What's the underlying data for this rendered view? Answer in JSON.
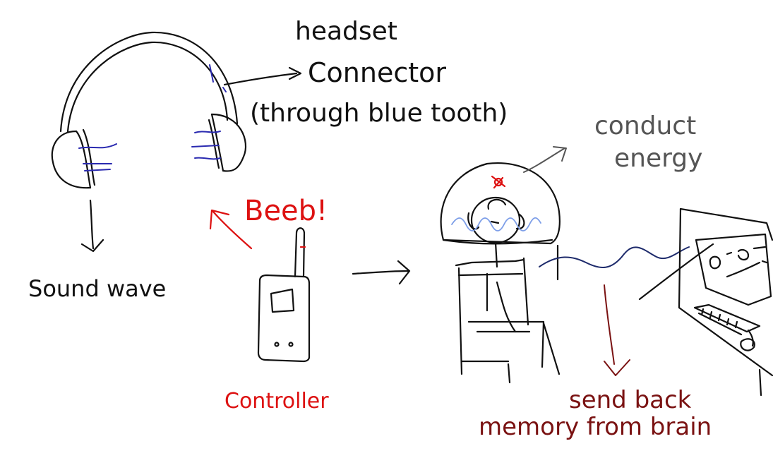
{
  "colors": {
    "ink": "#111111",
    "accent_gray": "#555555",
    "accent_red": "#dd1111",
    "accent_maroon": "#7a1212",
    "wave_blue": "#2a2ab0",
    "brain_wave_light_blue": "#7d9ee8",
    "signal_navy": "#1d2a6b"
  },
  "labels": {
    "headset": "headset",
    "connector": "Connector",
    "bluetooth": "(through blue tooth)",
    "sound_wave": "Sound wave",
    "beeb": "Beeb!",
    "controller": "Controller",
    "conduct": "conduct",
    "energy": "energy",
    "send_back": "send back",
    "memory_from_brain": "memory from brain"
  },
  "icons": {
    "headphones": "headphones-icon",
    "remote": "remote-controller-icon",
    "person": "person-seated-icon",
    "computer": "computer-icon"
  }
}
